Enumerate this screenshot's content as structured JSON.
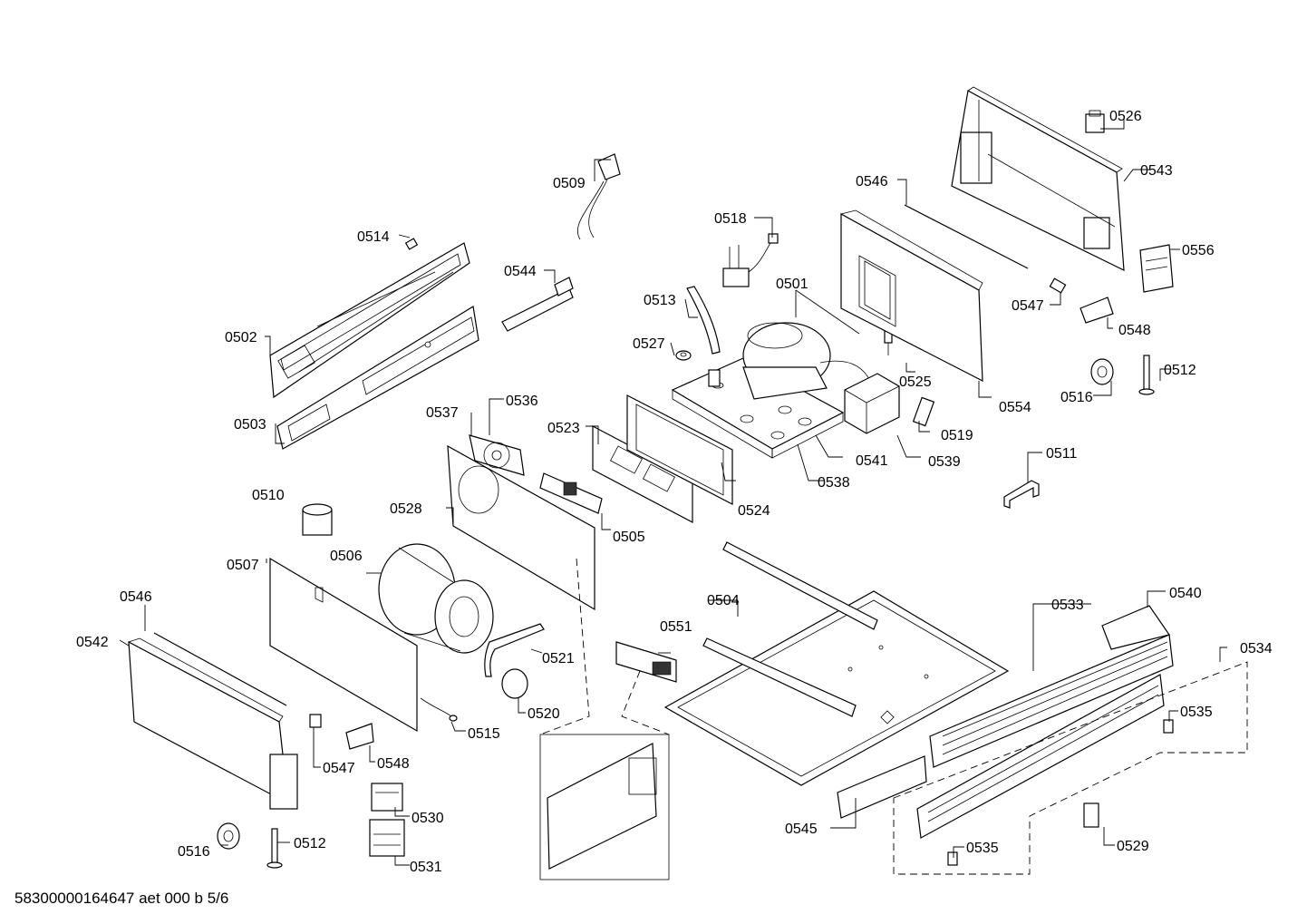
{
  "diagram": {
    "labels": {
      "p0501": "0501",
      "p0502": "0502",
      "p0503": "0503",
      "p0504": "0504",
      "p0505": "0505",
      "p0506": "0506",
      "p0507": "0507",
      "p0509": "0509",
      "p0510": "0510",
      "p0511": "0511",
      "p0512a": "0512",
      "p0512b": "0512",
      "p0513": "0513",
      "p0514": "0514",
      "p0515": "0515",
      "p0516a": "0516",
      "p0516b": "0516",
      "p0518": "0518",
      "p0519": "0519",
      "p0520": "0520",
      "p0521": "0521",
      "p0523": "0523",
      "p0524": "0524",
      "p0525": "0525",
      "p0526": "0526",
      "p0527": "0527",
      "p0528": "0528",
      "p0529": "0529",
      "p0530": "0530",
      "p0531": "0531",
      "p0533": "0533",
      "p0534": "0534",
      "p0535a": "0535",
      "p0535b": "0535",
      "p0536": "0536",
      "p0537": "0537",
      "p0538": "0538",
      "p0539": "0539",
      "p0540": "0540",
      "p0541": "0541",
      "p0542": "0542",
      "p0543": "0543",
      "p0544": "0544",
      "p0545": "0545",
      "p0546a": "0546",
      "p0546b": "0546",
      "p0547a": "0547",
      "p0547b": "0547",
      "p0548a": "0548",
      "p0548b": "0548",
      "p0551": "0551",
      "p0554": "0554",
      "p0556": "0556"
    },
    "document_id": "58300000164647 aet 000 b 5/6"
  }
}
